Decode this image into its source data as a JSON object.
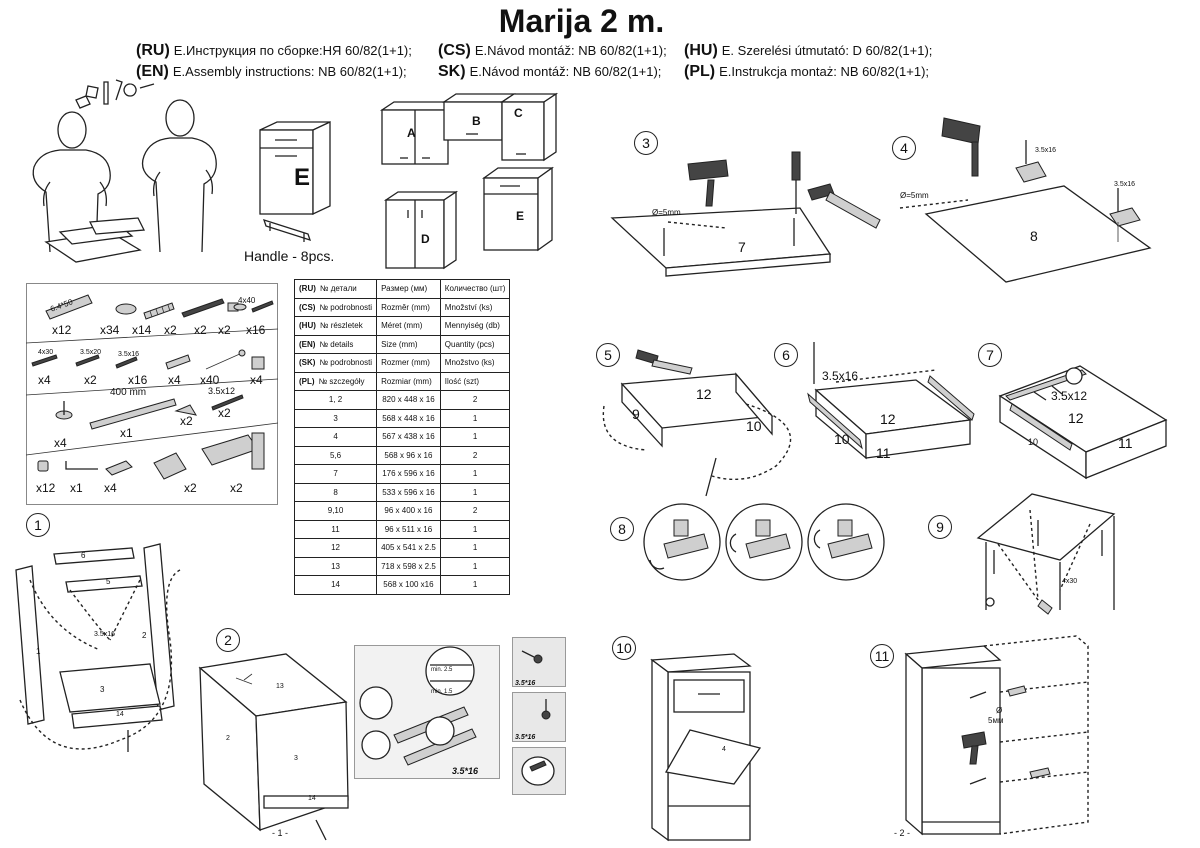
{
  "header": {
    "title": "Marija 2 m.",
    "instructions": [
      {
        "code": "(RU)",
        "text": "Е.Инструкция по сборке:НЯ 60/82(1+1);"
      },
      {
        "code": "(CS)",
        "text": "E.Návod montáž: NB 60/82(1+1);"
      },
      {
        "code": "(HU)",
        "text": "E. Szerelési útmutató: D 60/82(1+1);"
      },
      {
        "code": "(EN)",
        "text": "E.Assembly instructions: NB 60/82(1+1);"
      },
      {
        "code": "SK)",
        "text": "E.Návod montáž: NB 60/82(1+1);"
      },
      {
        "code": "(PL)",
        "text": "E.Instrukcja montaż: NB 60/82(1+1);"
      }
    ]
  },
  "overview": {
    "cabinet_labels": [
      "A",
      "B",
      "C",
      "D",
      "E",
      "E"
    ],
    "handle_text": "Handle - 8pcs."
  },
  "hardware": {
    "row1": {
      "labels": [
        "6.4*50",
        "4x40"
      ],
      "counts": [
        "x12",
        "x34",
        "x14",
        "x2",
        "x2",
        "x2",
        "x16"
      ]
    },
    "row2": {
      "labels": [
        "4x30",
        "3.5x20",
        "3.5x16"
      ],
      "counts": [
        "x4",
        "x2",
        "x16",
        "x4",
        "x40",
        "x4"
      ]
    },
    "row3": {
      "labels": [
        "400 mm",
        "3.5x12"
      ],
      "counts": [
        "x4",
        "x1",
        "x2",
        "x2"
      ]
    },
    "row4": {
      "counts": [
        "x12",
        "x1",
        "x4",
        "x2",
        "x2"
      ]
    }
  },
  "parts_table": {
    "header_rows": [
      {
        "code": "(RU)",
        "part": "№ детали",
        "size": "Размер  (мм)",
        "qty": "Количество (шт)"
      },
      {
        "code": "(CS)",
        "part": "№ podrobnosti",
        "size": "Rozměr (mm)",
        "qty": "Množství (ks)"
      },
      {
        "code": "(HU)",
        "part": "№ részletek",
        "size": "Méret (mm)",
        "qty": "Mennyiség (db)"
      },
      {
        "code": "(EN)",
        "part": "№ details",
        "size": "Size (mm)",
        "qty": "Quantity  (pcs)"
      },
      {
        "code": "(SK)",
        "part": "№ podrobnosti",
        "size": "Rozmer (mm)",
        "qty": "Množstvo (ks)"
      },
      {
        "code": "(PL)",
        "part": "№ szczegóły",
        "size": "Rozmiar (mm)",
        "qty": "Ilość (szt)"
      }
    ],
    "rows": [
      {
        "part": "1, 2",
        "size": "820 x 448 x 16",
        "qty": "2"
      },
      {
        "part": "3",
        "size": "568 x 448 x 16",
        "qty": "1"
      },
      {
        "part": "4",
        "size": "567 x 438 x 16",
        "qty": "1"
      },
      {
        "part": "5,6",
        "size": "568 x 96 x 16",
        "qty": "2"
      },
      {
        "part": "7",
        "size": "176 x 596 x 16",
        "qty": "1"
      },
      {
        "part": "8",
        "size": "533 x 596 x 16",
        "qty": "1"
      },
      {
        "part": "9,10",
        "size": "96 x 400 x 16",
        "qty": "2"
      },
      {
        "part": "11",
        "size": "96 x 511 x 16",
        "qty": "1"
      },
      {
        "part": "12",
        "size": "405 x 541 x 2.5",
        "qty": "1"
      },
      {
        "part": "13",
        "size": "718 x 598 x 2.5",
        "qty": "1"
      },
      {
        "part": "14",
        "size": "568 x 100 x16",
        "qty": "1"
      }
    ]
  },
  "steps": {
    "s1": {
      "num": "1",
      "labels": [
        "6",
        "5",
        "3.5x16",
        "1",
        "2",
        "3",
        "14"
      ]
    },
    "s2": {
      "num": "2",
      "labels": [
        "13",
        "2",
        "3",
        "14"
      ]
    },
    "detail": {
      "labels": [
        "min. 2.5",
        "min. 1.5",
        "3.5*16",
        "3.5*16",
        "3.5*16"
      ]
    },
    "s3": {
      "num": "3",
      "drill": "Ø=5mm",
      "part": "7"
    },
    "s4": {
      "num": "4",
      "drill": "Ø=5mm",
      "screw1": "3.5x16",
      "screw2": "3.5x16",
      "part": "8"
    },
    "s5": {
      "num": "5",
      "parts": [
        "12",
        "9",
        "10"
      ]
    },
    "s6": {
      "num": "6",
      "screw": "3.5x16",
      "parts": [
        "12",
        "10",
        "11"
      ]
    },
    "s7": {
      "num": "7",
      "screw": "3.5x12",
      "parts": [
        "12",
        "10",
        "11"
      ]
    },
    "s8": {
      "num": "8"
    },
    "s9": {
      "num": "9",
      "screw": "4x30"
    },
    "s10": {
      "num": "10",
      "part": "4"
    },
    "s11": {
      "num": "11",
      "drill1": "Ø",
      "drill2": "5мм"
    }
  },
  "footer": {
    "page1": "- 1 -",
    "page2": "- 2 -"
  }
}
